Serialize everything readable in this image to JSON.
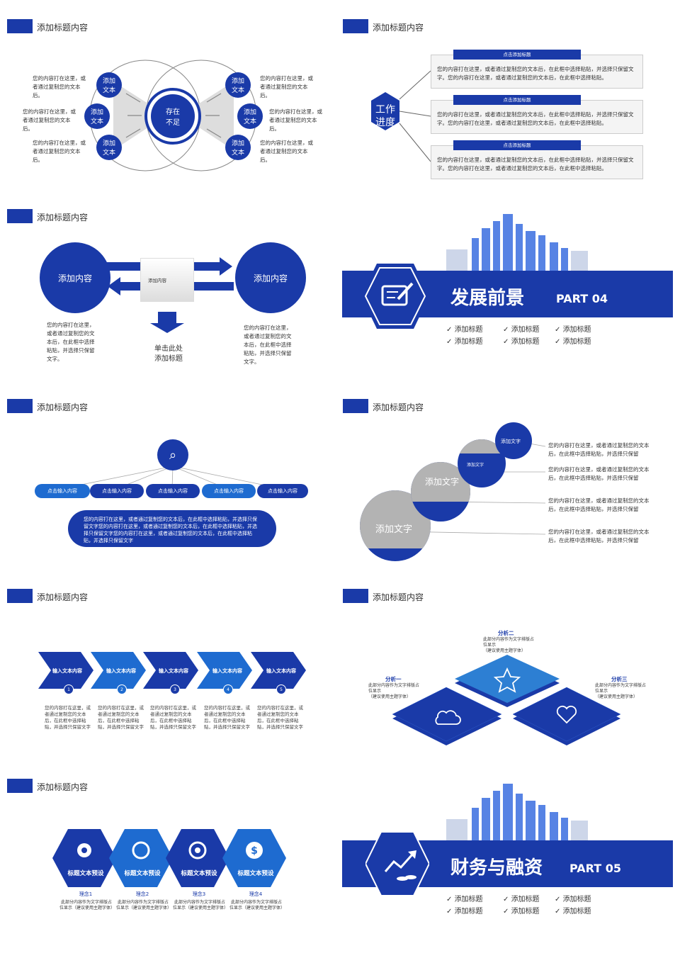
{
  "colors": {
    "primary": "#1a3aa8",
    "accent": "#2d7fd3",
    "gray": "#b3b3b3"
  },
  "slide_title": "添加标题内容",
  "s1": {
    "center": "存在\n不足",
    "circles": [
      "添加\n文本",
      "添加\n文本",
      "添加\n文本",
      "添加\n文本",
      "添加\n文本",
      "添加\n文本"
    ],
    "text": "您的内容打在这里，或者通过复制您的文本后。"
  },
  "s2": {
    "center": "工作\n进度",
    "tag": "点击添加标题",
    "text": "您的内容打在这里，或者通过复制您的文本后，在此框中选择粘贴，并选择只保留文字。您的内容打在这里，或者通过复制您的文本后，在此框中选择粘贴。"
  },
  "s3": {
    "left": "添加内容",
    "right": "添加内容",
    "middle": "添加内容",
    "arrow_caption": "单击此处\n添加标题",
    "text": "您的内容打在这里，或者通过复制您的文本后，在此框中选择粘贴，并选择只保留文字。"
  },
  "s4": {
    "title": "发展前景",
    "part": "PART 04",
    "items": [
      "添加标题",
      "添加标题",
      "添加标题",
      "添加标题",
      "添加标题",
      "添加标题"
    ]
  },
  "s5": {
    "pills": [
      "点击输入内容",
      "点击输入内容",
      "点击输入内容",
      "点击输入内容",
      "点击输入内容"
    ],
    "bubble": "您的内容打在这里，或者通过复制您的文本后，在此框中选择粘贴，并选择只保留文字您的内容打在这里，或者通过复制您的文本后，在此框中选择粘贴，并选择只保留文字您的内容打在这里，或者通过复制您的文本后，在此框中选择粘贴，并选择只保留文字"
  },
  "s6": {
    "circles": [
      "添加文字",
      "添加文字",
      "添加文字",
      "添加文字"
    ],
    "text": "您的内容打在这里，或者通过复制您的文本后，在此框中选择粘贴，并选择只保留"
  },
  "s7": {
    "arrows": [
      "输入文本内容",
      "输入文本内容",
      "输入文本内容",
      "输入文本内容",
      "输入文本内容"
    ],
    "nums": [
      "1",
      "2",
      "3",
      "4",
      "5"
    ],
    "text": "您的内容打在这里，或者通过复制您的文本后，在此框中选择粘贴，并选择只保留文字"
  },
  "s8": {
    "labels": [
      "分析二",
      "分析一",
      "分析三"
    ],
    "desc": "此部分内容作为文字排版占位显示",
    "desc2": "（建议使用主题字体）"
  },
  "s9": {
    "hex": [
      "标题文本预设",
      "标题文本预设",
      "标题文本预设",
      "标题文本预设"
    ],
    "labels": [
      "理念1",
      "理念2",
      "理念3",
      "理念4"
    ],
    "desc": "此部分内容作为文字排版占位显示（建议使用主题字体）"
  },
  "s10": {
    "title": "财务与融资",
    "part": "PART 05",
    "items": [
      "添加标题",
      "添加标题",
      "添加标题",
      "添加标题",
      "添加标题",
      "添加标题"
    ]
  }
}
